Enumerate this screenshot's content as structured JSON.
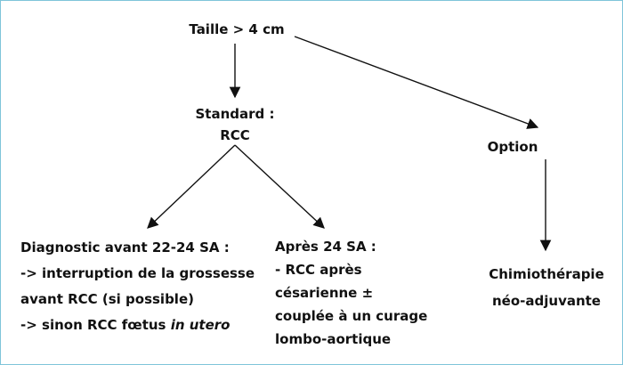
{
  "diagram": {
    "root": "Taille > 4 cm",
    "standard": [
      "Standard :",
      "RCC"
    ],
    "option": "Option",
    "before": {
      "title": "Diagnostic avant 22-24 SA :",
      "line1": "-> interruption de la grossesse",
      "line2": "avant RCC (si possible)",
      "line3_prefix": "-> sinon RCC fœtus ",
      "line3_italic": "in utero"
    },
    "after": {
      "title": "Après 24 SA :",
      "lines": [
        "- RCC après",
        "césarienne ±",
        "couplée à un curage",
        "lombo-aortique"
      ]
    },
    "chemo": [
      "Chimiothérapie",
      "néo-adjuvante"
    ]
  },
  "style": {
    "border_color": "#7fc4d9",
    "text_color": "#111111"
  }
}
